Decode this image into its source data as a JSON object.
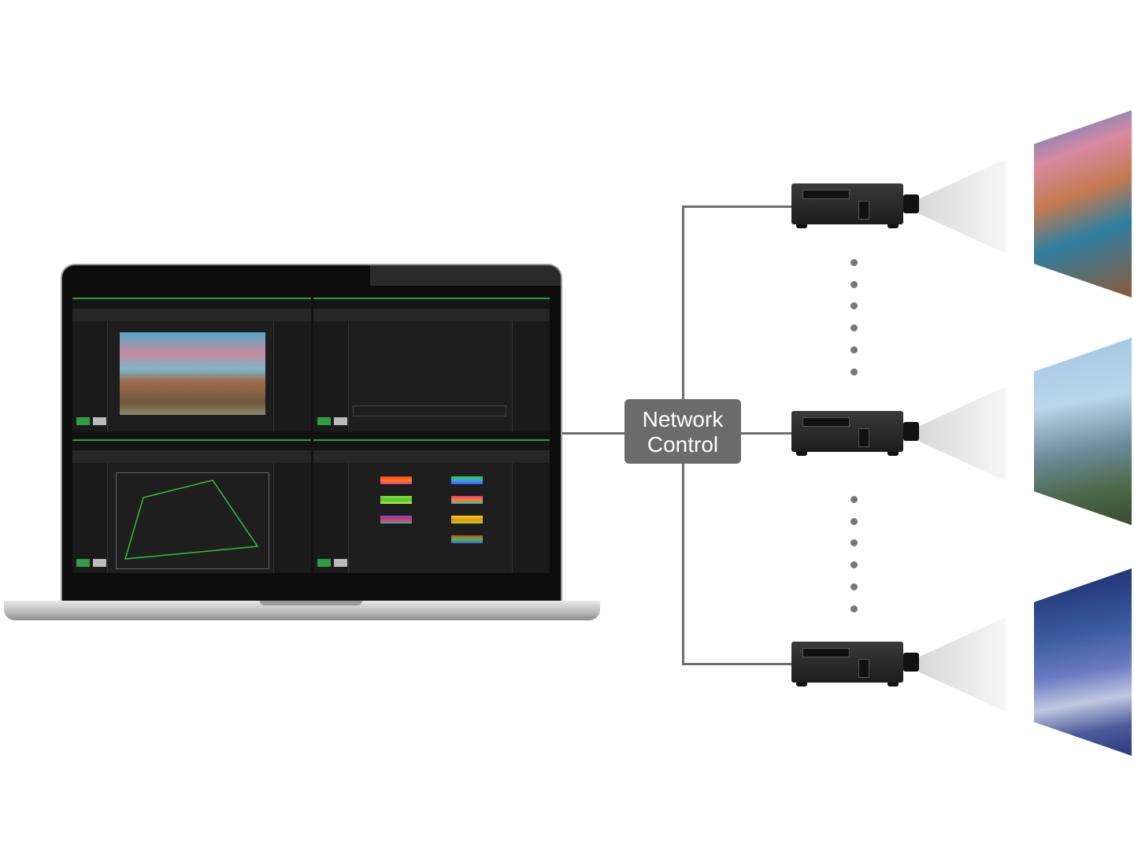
{
  "diagram": {
    "network_control_label_line1": "Network",
    "network_control_label_line2": "Control",
    "projector_count_shown": 3,
    "colors": {
      "connector": "#6d6d6d",
      "label_bg": "#6b6b6b",
      "app_accent": "#2a9d48"
    }
  }
}
